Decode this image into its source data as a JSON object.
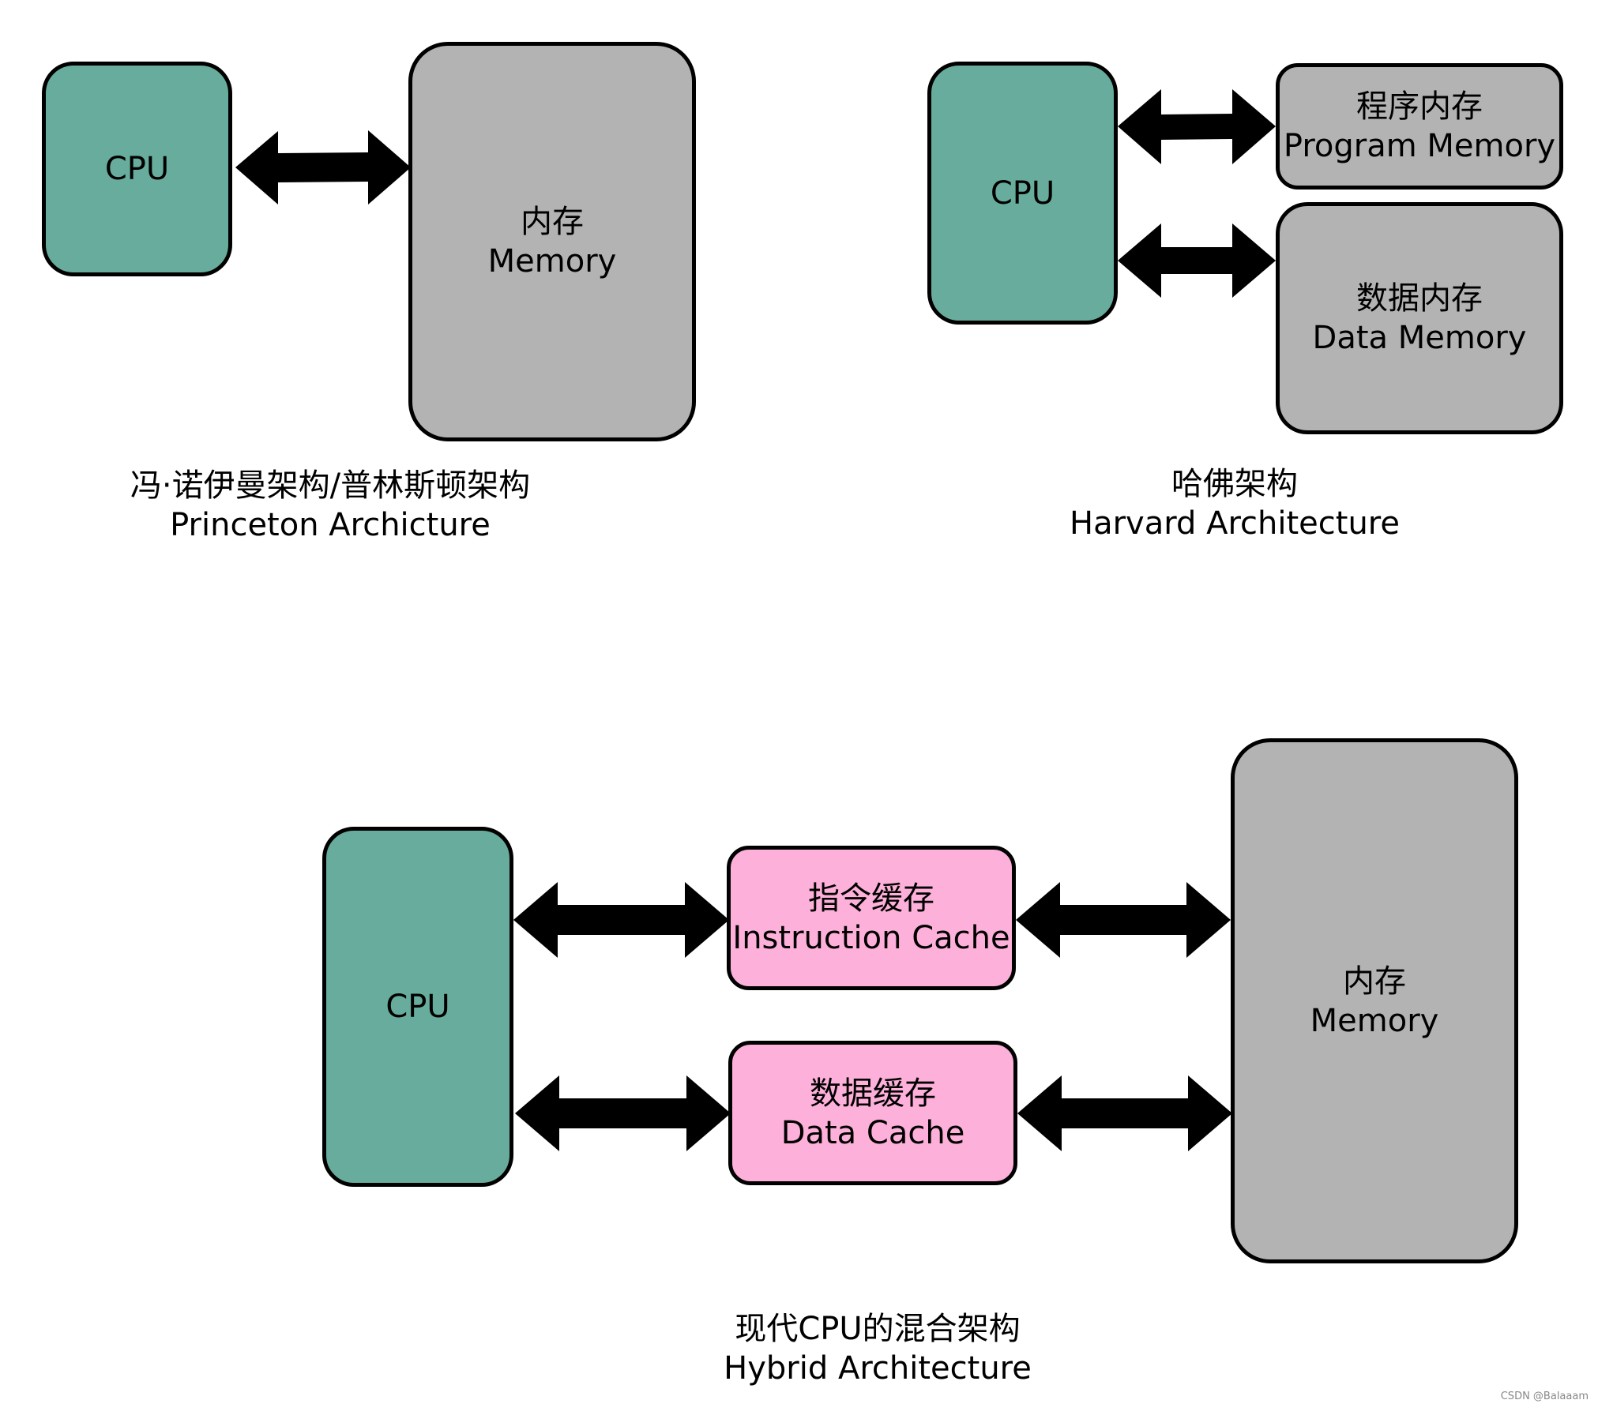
{
  "colors": {
    "cpu_fill": "#67ac9c",
    "memory_fill": "#b3b3b3",
    "cache_fill": "#fdb0d9",
    "stroke": "#000000"
  },
  "princeton": {
    "cpu_label": "CPU",
    "memory_label_zh": "内存",
    "memory_label_en": "Memory",
    "caption_zh": "冯·诺伊曼架构/普林斯顿架构",
    "caption_en": "Princeton Archicture"
  },
  "harvard": {
    "cpu_label": "CPU",
    "program_memory_zh": "程序内存",
    "program_memory_en": "Program Memory",
    "data_memory_zh": "数据内存",
    "data_memory_en": "Data Memory",
    "caption_zh": "哈佛架构",
    "caption_en": "Harvard Architecture"
  },
  "hybrid": {
    "cpu_label": "CPU",
    "instruction_cache_zh": "指令缓存",
    "instruction_cache_en": "Instruction Cache",
    "data_cache_zh": "数据缓存",
    "data_cache_en": "Data Cache",
    "memory_label_zh": "内存",
    "memory_label_en": "Memory",
    "caption_zh": "现代CPU的混合架构",
    "caption_en": "Hybrid Architecture"
  },
  "credit": "CSDN @Balaaam"
}
